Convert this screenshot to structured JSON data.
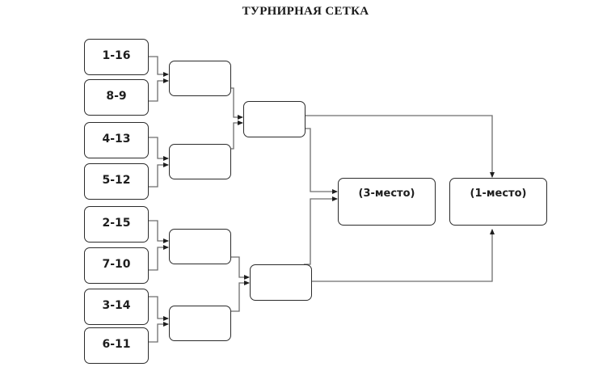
{
  "title": "ТУРНИРНАЯ СЕТКА",
  "round1": [
    {
      "label": "1-16"
    },
    {
      "label": "8-9"
    },
    {
      "label": "4-13"
    },
    {
      "label": "5-12"
    },
    {
      "label": "2-15"
    },
    {
      "label": "7-10"
    },
    {
      "label": "3-14"
    },
    {
      "label": "6-11"
    }
  ],
  "quarterfinals": [
    {
      "label": ""
    },
    {
      "label": ""
    },
    {
      "label": ""
    },
    {
      "label": ""
    }
  ],
  "semifinals": [
    {
      "label": ""
    },
    {
      "label": ""
    }
  ],
  "third_place": {
    "label": "(3-место)"
  },
  "first_place": {
    "label": "(1-место)"
  },
  "colors": {
    "line": "#6e6e6e",
    "border": "#2b2b2b",
    "arrow": "#1e1e1e"
  }
}
